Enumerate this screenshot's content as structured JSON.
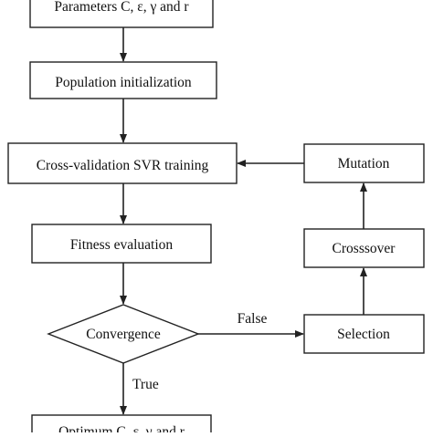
{
  "diagram": {
    "nodes": {
      "params": "Parameters C, ε, γ and r",
      "population": "Population initialization",
      "cv_training": "Cross-validation SVR training",
      "fitness": "Fitness evaluation",
      "convergence": "Convergence",
      "selection": "Selection",
      "crossover": "Crosssover",
      "mutation": "Mutation",
      "optimum": "Optimum C, ε, γ and r"
    },
    "edge_labels": {
      "false": "False",
      "true": "True"
    },
    "colors": {
      "stroke": "#222222",
      "fill": "#ffffff",
      "text": "#111111"
    }
  }
}
